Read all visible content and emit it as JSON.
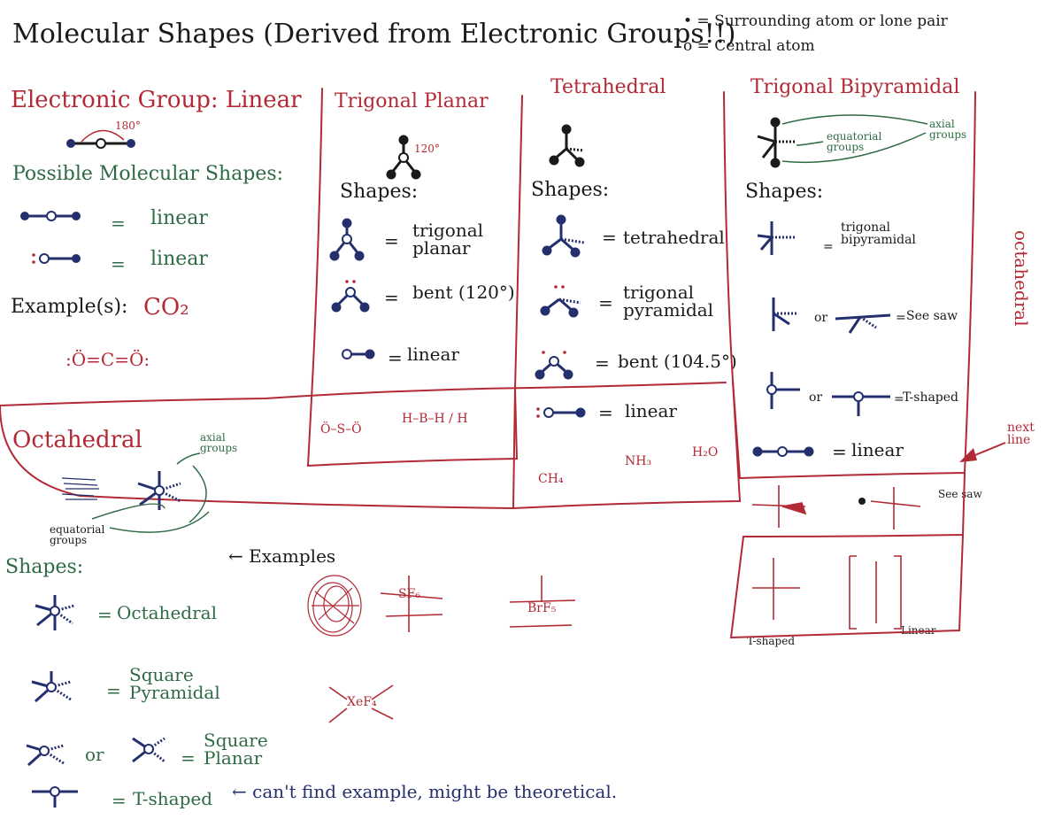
{
  "title": "Molecular Shapes (Derived from Electronic Groups!!)",
  "legend": {
    "surrounding": "• = Surrounding atom or lone pair",
    "central": "o = Central atom"
  },
  "linear": {
    "heading": "Electronic Group: Linear",
    "angle": "180°",
    "possible": "Possible Molecular Shapes:",
    "eq": "=",
    "shape1": "linear",
    "shape2": "linear",
    "examples_label": "Example(s):",
    "example": "CO₂",
    "structure": ":Ö=C=Ö:"
  },
  "trigonal_planar": {
    "heading": "Trigonal Planar",
    "angle": "120°",
    "shapes_label": "Shapes:",
    "eq": "=",
    "shape1": "trigonal planar",
    "shape2": "bent (120°)",
    "shape3": "linear",
    "ex1": "Ö–S–Ö",
    "ex2": "H–B–H / H"
  },
  "tetrahedral": {
    "heading": "Tetrahedral",
    "shapes_label": "Shapes:",
    "eq": "=",
    "shape1": "tetrahedral",
    "shape2": "trigonal pyramidal",
    "shape3": "bent (104.5°)",
    "shape4": "linear",
    "ex1": "CH₄",
    "ex2": "NH₃",
    "ex3": "H₂O"
  },
  "trigonal_bipyramidal": {
    "heading": "Trigonal Bipyramidal",
    "axial": "axial groups",
    "equatorial": "equatorial groups",
    "shapes_label": "Shapes:",
    "or": "or",
    "eq": "=",
    "shape1": "trigonal bipyramidal",
    "shape2": "See saw",
    "shape3": "T-shaped",
    "shape4": "linear",
    "ex_seesaw": "See saw",
    "ex_tshaped": "T-shaped",
    "ex_linear": "Linear",
    "side_label": "octahedral",
    "next_line": "next line"
  },
  "octahedral": {
    "heading": "Octahedral",
    "axial": "axial groups",
    "equatorial": "equatorial groups",
    "shapes_label": "Shapes:",
    "examples": "← Examples",
    "eq": "=",
    "or": "or",
    "shape1": "Octahedral",
    "shape2": "Square Pyramidal",
    "shape3": "Square Planar",
    "shape4": "T-shaped",
    "note": "← can't find example, might be theoretical.",
    "ex_sf6": "SF₆",
    "ex_brf5": "BrF₅",
    "ex_xef4": "XeF₄"
  },
  "colors": {
    "ink_black": "#1a1a1a",
    "ink_red": "#b22a35",
    "ink_green": "#2e6b45",
    "ink_blue": "#24306e"
  }
}
